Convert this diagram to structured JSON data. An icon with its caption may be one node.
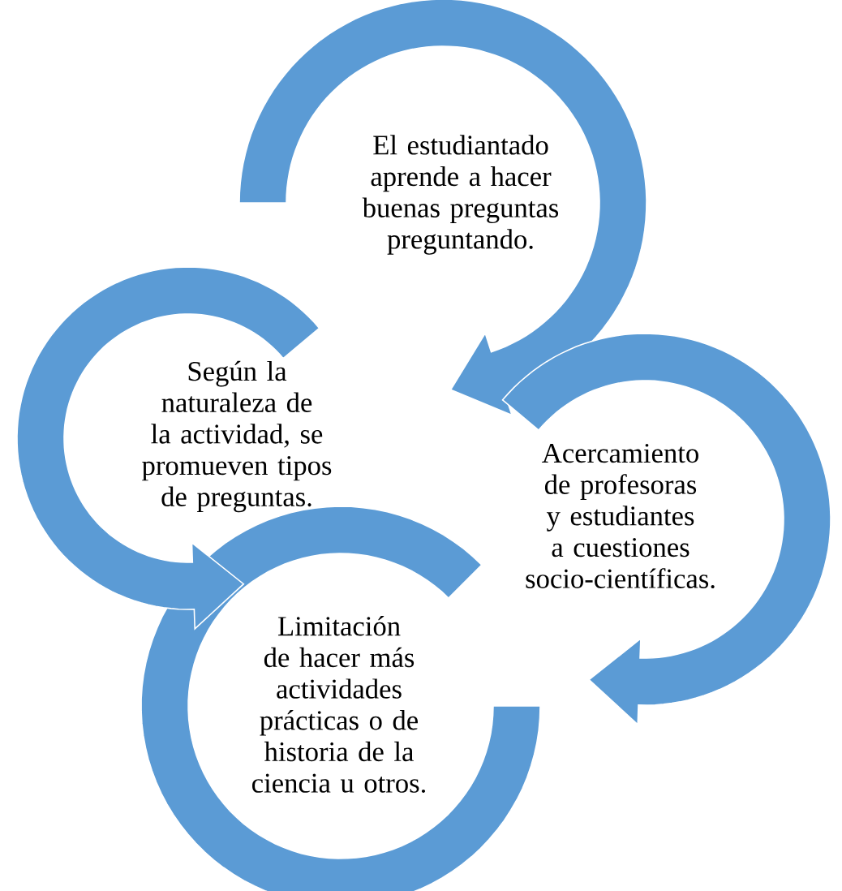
{
  "diagram": {
    "nodes": [
      {
        "text": [
          "El estudiantado aprende a hacer buenas preguntas preguntando."
        ]
      },
      {
        "text": [
          "Según la naturaleza de la actividad, se promueven tipos de preguntas."
        ]
      },
      {
        "text": [
          "Acercamiento de profesoras y estudiantes a cuestiones socio-científicas."
        ]
      },
      {
        "text": [
          "Limitación de hacer más actividades prácticas o de historia de la ciencia u otros."
        ]
      }
    ],
    "edges": [
      {
        "from": 0,
        "to": 1,
        "arrow": "to"
      },
      {
        "from": 1,
        "to": 3,
        "arrow": "to"
      },
      {
        "from": 2,
        "to": 3,
        "arrow": "to"
      }
    ]
  }
}
